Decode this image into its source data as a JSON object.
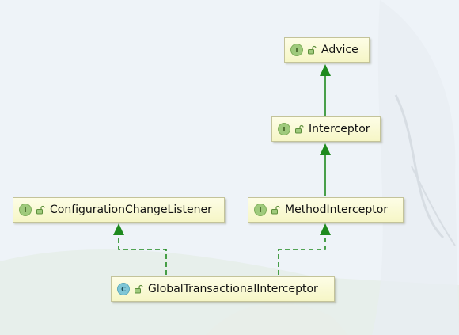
{
  "diagram": {
    "nodes": [
      {
        "id": "advice",
        "kind": "interface",
        "badge": "I",
        "label": "Advice"
      },
      {
        "id": "interceptor",
        "kind": "interface",
        "badge": "I",
        "label": "Interceptor"
      },
      {
        "id": "method-interceptor",
        "kind": "interface",
        "badge": "I",
        "label": "MethodInterceptor"
      },
      {
        "id": "config-change-listener",
        "kind": "interface",
        "badge": "I",
        "label": "ConfigurationChangeListener"
      },
      {
        "id": "global-tx-interceptor",
        "kind": "class",
        "badge": "C",
        "label": "GlobalTransactionalInterceptor"
      }
    ],
    "edges": [
      {
        "from": "interceptor",
        "to": "advice",
        "type": "extends"
      },
      {
        "from": "method-interceptor",
        "to": "interceptor",
        "type": "extends"
      },
      {
        "from": "global-tx-interceptor",
        "to": "config-change-listener",
        "type": "implements"
      },
      {
        "from": "global-tx-interceptor",
        "to": "method-interceptor",
        "type": "implements"
      }
    ],
    "colors": {
      "edge": "#1e8a1e",
      "node_fill": "#f9f9d2",
      "interface_badge": "#9fca7c",
      "class_badge": "#7fc6d6"
    }
  }
}
